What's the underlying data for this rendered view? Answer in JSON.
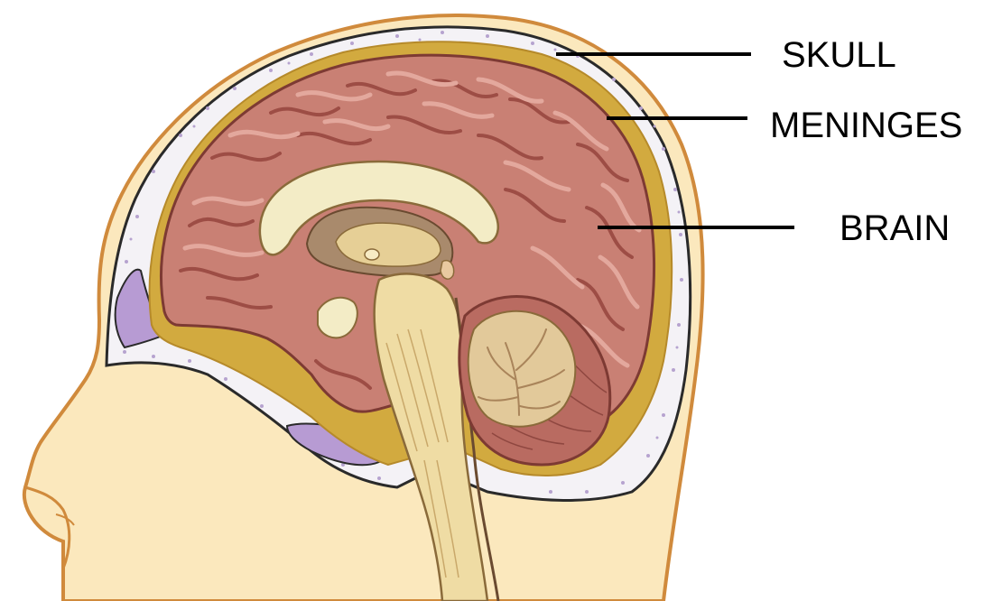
{
  "diagram": {
    "labels": {
      "skull": "SKULL",
      "meninges": "MENINGES",
      "brain": "BRAIN"
    }
  },
  "colors": {
    "skin": "#fbe8bd",
    "outline": "#d08a3c",
    "skull_bone": "#f4f2f6",
    "skull_dots": "#b6a3cf",
    "meninges": "#d2aa3f",
    "cortex": "#c98074",
    "cortex_highlight": "#e3a89d",
    "cortex_shadow": "#9d4d45",
    "corpus_callosum": "#f3ecc6",
    "brainstem": "#efdca4",
    "cerebellum_white": "#e2c99a",
    "cerebellum_outer": "#b96b61",
    "sinus": "#b79bd3"
  }
}
